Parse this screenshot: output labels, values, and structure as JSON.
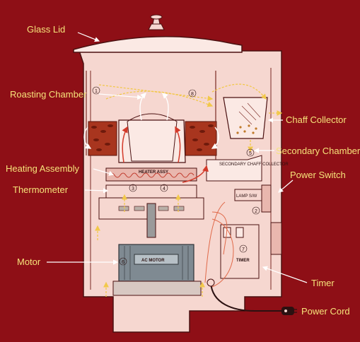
{
  "colors": {
    "background": "#8e0f16",
    "body": "#f6d7d0",
    "outline": "#4a1010",
    "callout_text": "#f6e37a",
    "arrows": "#f2c84a"
  },
  "callouts": {
    "glass_lid": "Glass Lid",
    "roasting_chamber": "Roasting Chamber",
    "chaff_collector": "Chaff Collector",
    "secondary_chamber": "Secondary Chamber",
    "heating_assembly": "Heating Assembly",
    "power_switch": "Power Switch",
    "thermometer": "Thermometer",
    "motor": "Motor",
    "timer": "Timer",
    "power_cord": "Power Cord"
  },
  "interior_labels": {
    "heater_assy": "HEATER ASSY",
    "secondary_chaff_collector": "SECONDARY CHAFF COLLECTOR",
    "lamp_sw": "LAMP S/W",
    "timer": "TIMER",
    "ac_motor": "AC MOTOR"
  },
  "numbers": [
    "1",
    "2",
    "3",
    "4",
    "5",
    "6",
    "7",
    "8"
  ]
}
